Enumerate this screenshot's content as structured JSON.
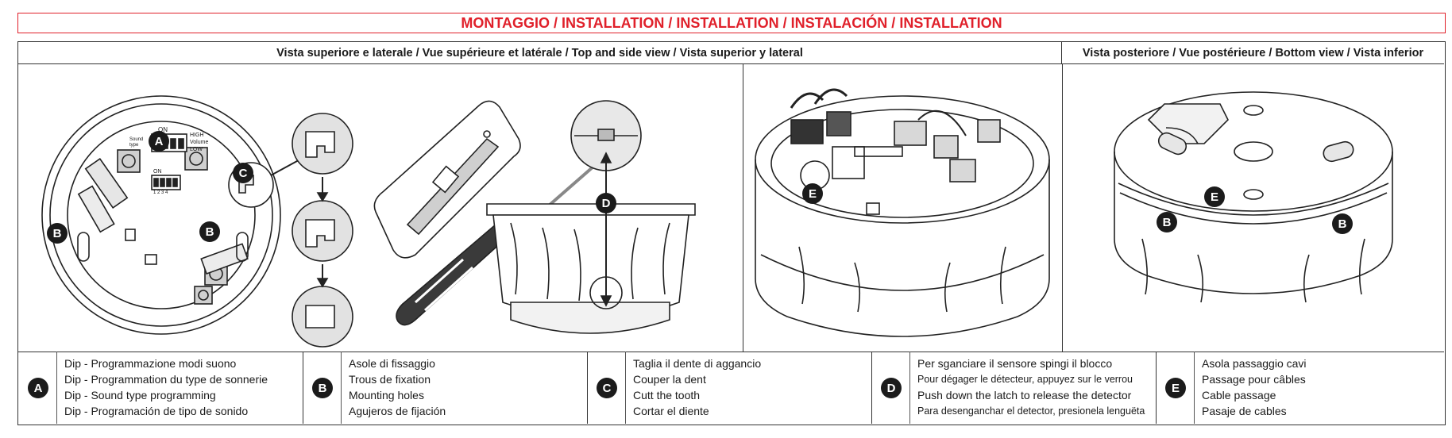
{
  "title": "MONTAGGIO / INSTALLATION / INSTALLATION / INSTALACIÓN / INSTALLATION",
  "headers": {
    "left": "Vista superiore e laterale / Vue supérieure et latérale / Top and side view / Vista superior y lateral",
    "right": "Vista posteriore / Vue postérieure / Bottom view / Vista inferior"
  },
  "callouts": {
    "A": "A",
    "B": "B",
    "C": "C",
    "D": "D",
    "E": "E"
  },
  "dip_labels": {
    "on": "ON",
    "high": "HIGH",
    "volume": "Volume",
    "low": "LOW",
    "sound_type": "Sound type",
    "digits": "1 2 3 4"
  },
  "legend": [
    {
      "badge": "A",
      "lines": [
        "Dip - Programmazione modi suono",
        "Dip - Programmation du type de sonnerie",
        "Dip - Sound type programming",
        "Dip - Programación de tipo de sonido"
      ]
    },
    {
      "badge": "B",
      "lines": [
        "Asole di fissaggio",
        "Trous de fixation",
        "Mounting holes",
        "Agujeros de fijación"
      ]
    },
    {
      "badge": "C",
      "lines": [
        "Taglia il dente di aggancio",
        "Couper la dent",
        "Cutt the tooth",
        "Cortar el diente"
      ]
    },
    {
      "badge": "D",
      "lines": [
        "Per sganciare il sensore spingi il blocco",
        "Pour dégager le détecteur, appuyez sur le verrou",
        "Push down the latch to release the detector",
        "Para desenganchar el detector, presionela lenguëta"
      ]
    },
    {
      "badge": "E",
      "lines": [
        "Asola passaggio cavi",
        "Passage pour câbles",
        "Cable passage",
        "Pasaje de cables"
      ]
    }
  ]
}
